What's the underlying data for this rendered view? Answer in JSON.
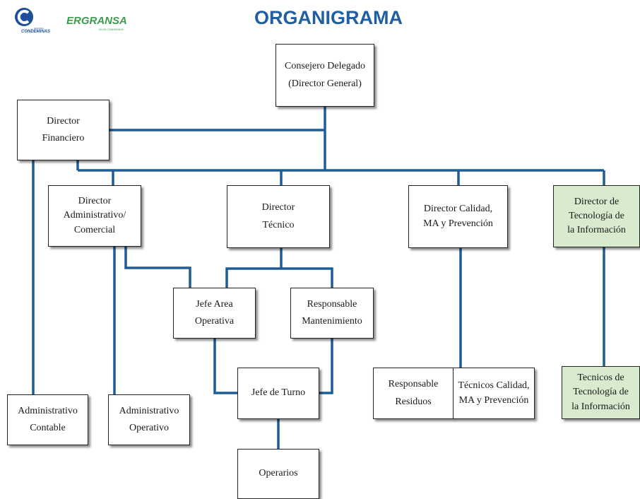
{
  "header": {
    "title": "ORGANIGRAMA",
    "logo_left_text": "CONDEMINAS",
    "logo_left_small": "HOLDING",
    "logo_right_text": "ERGRANSA",
    "logo_right_sub": "SILOS CONDEMINAS"
  },
  "colors": {
    "line": "#1f5c96",
    "accent_green": "#d8ebcf",
    "title": "#1f5fa2"
  },
  "nodes": {
    "consejero": "Consejero Delegado\n(Director General)",
    "financiero": "Director\nFinanciero",
    "administrativo_comercial": "Director\nAdministrativo/\nComercial",
    "tecnico": "Director\nTécnico",
    "calidad": "Director Calidad,\nMA y Prevención",
    "tecnologia": "Director de\nTecnología de\nla Información",
    "jefe_area": "Jefe Area\nOperativa",
    "mantenimiento": "Responsable\nMantenimiento",
    "jefe_turno": "Jefe de Turno",
    "operarios": "Operarios",
    "responsable_residuos": "Responsable\nResiduos",
    "tecnicos_calidad": "Técnicos Calidad,\nMA y Prevención",
    "tecnicos_tecnologia": "Tecnicos de\nTecnología de\nla Información",
    "admin_contable": "Administrativo\nContable",
    "admin_operativo": "Administrativo\nOperativo"
  }
}
